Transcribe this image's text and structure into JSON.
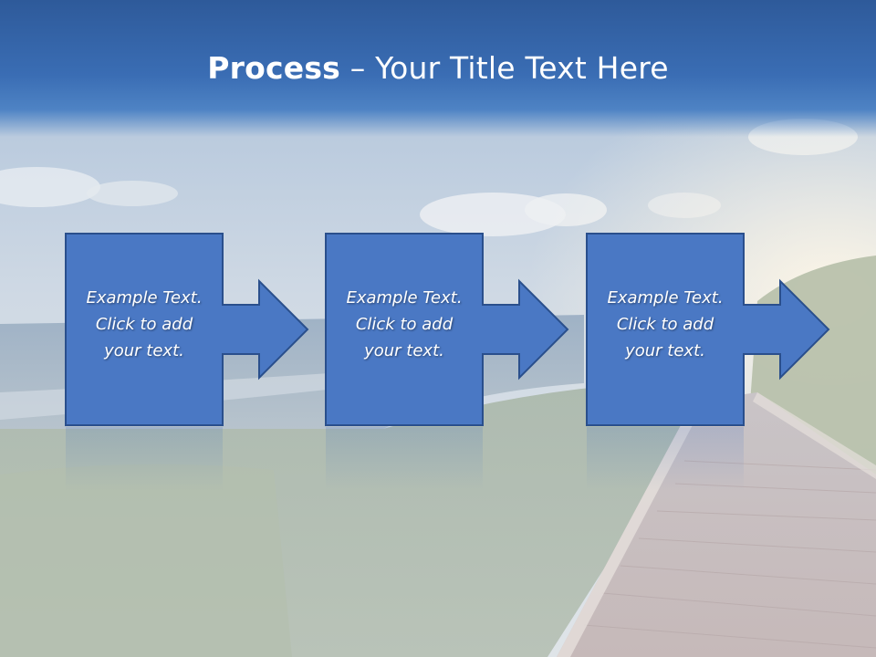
{
  "title": {
    "bold": "Process",
    "rest": " – Your Title Text Here"
  },
  "steps": [
    {
      "line1": "Example Text.",
      "line2": "Click  to add",
      "line3": "your text."
    },
    {
      "line1": "Example Text.",
      "line2": "Click  to add",
      "line3": "your text."
    },
    {
      "line1": "Example Text.",
      "line2": "Click  to add",
      "line3": "your text."
    }
  ],
  "colors": {
    "title_band": "#3a6db4",
    "box_fill": "#4a78c4",
    "box_border": "#2a4f8c"
  },
  "icons": [
    "right-arrow-icon"
  ]
}
